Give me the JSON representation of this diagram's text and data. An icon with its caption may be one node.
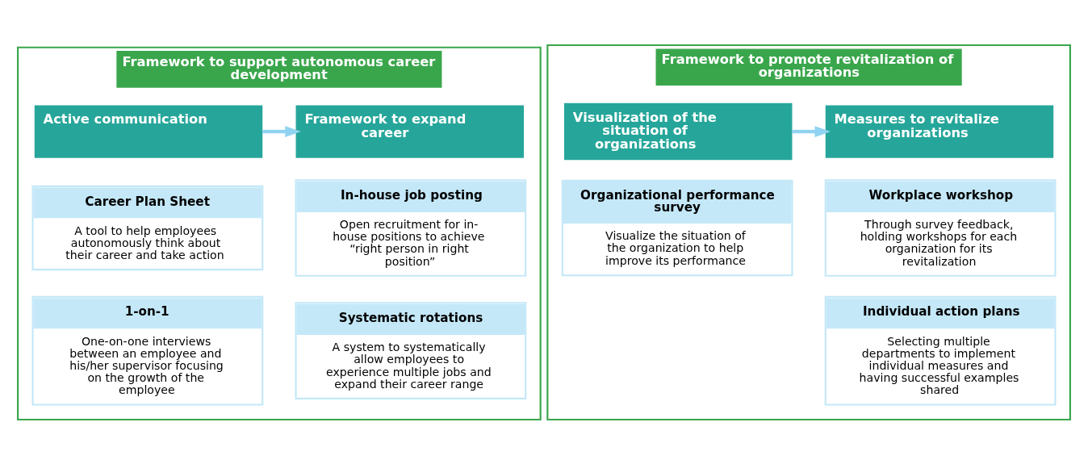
{
  "diagram": {
    "nodes": [
      {
        "text": [
          "Framework to support autonomous career development"
        ]
      },
      {
        "text": [
          "Active communication"
        ],
        "in": 0
      },
      {
        "text": [
          "Career Plan Sheet",
          "A tool to help employees autonomously think about their career and take action"
        ],
        "in": 0
      },
      {
        "text": [
          "1-on-1",
          "One-on-one interviews between an employee and his/her supervisor focusing on the growth of the employee"
        ],
        "in": 0
      },
      {
        "text": [
          "Framework to expand career"
        ],
        "in": 0
      },
      {
        "text": [
          "In-house job posting",
          "Open recruitment for in-house positions to achieve “right person in right position”"
        ],
        "in": 0
      },
      {
        "text": [
          "Systematic rotations",
          "A system to systematically allow employees to experience multiple jobs and expand their career range"
        ],
        "in": 0
      },
      {
        "text": [
          "Framework to promote revitalization of organizations"
        ]
      },
      {
        "text": [
          "Visualization of the situation of organizations"
        ],
        "in": 7
      },
      {
        "text": [
          "Organizational performance survey",
          "Visualize the situation of the organization to help improve its performance"
        ],
        "in": 7
      },
      {
        "text": [
          "Measures to revitalize organizations"
        ],
        "in": 7
      },
      {
        "text": [
          "Workplace workshop",
          "Through survey feedback, holding workshops for each organization for its revitalization"
        ],
        "in": 7
      },
      {
        "text": [
          "Individual action plans",
          "Selecting multiple departments to implement individual measures and having successful examples shared"
        ],
        "in": 7
      }
    ],
    "edges": [
      {
        "from": 1,
        "to": 4,
        "arrow": "to"
      },
      {
        "from": 8,
        "to": 10,
        "arrow": "to"
      }
    ]
  }
}
